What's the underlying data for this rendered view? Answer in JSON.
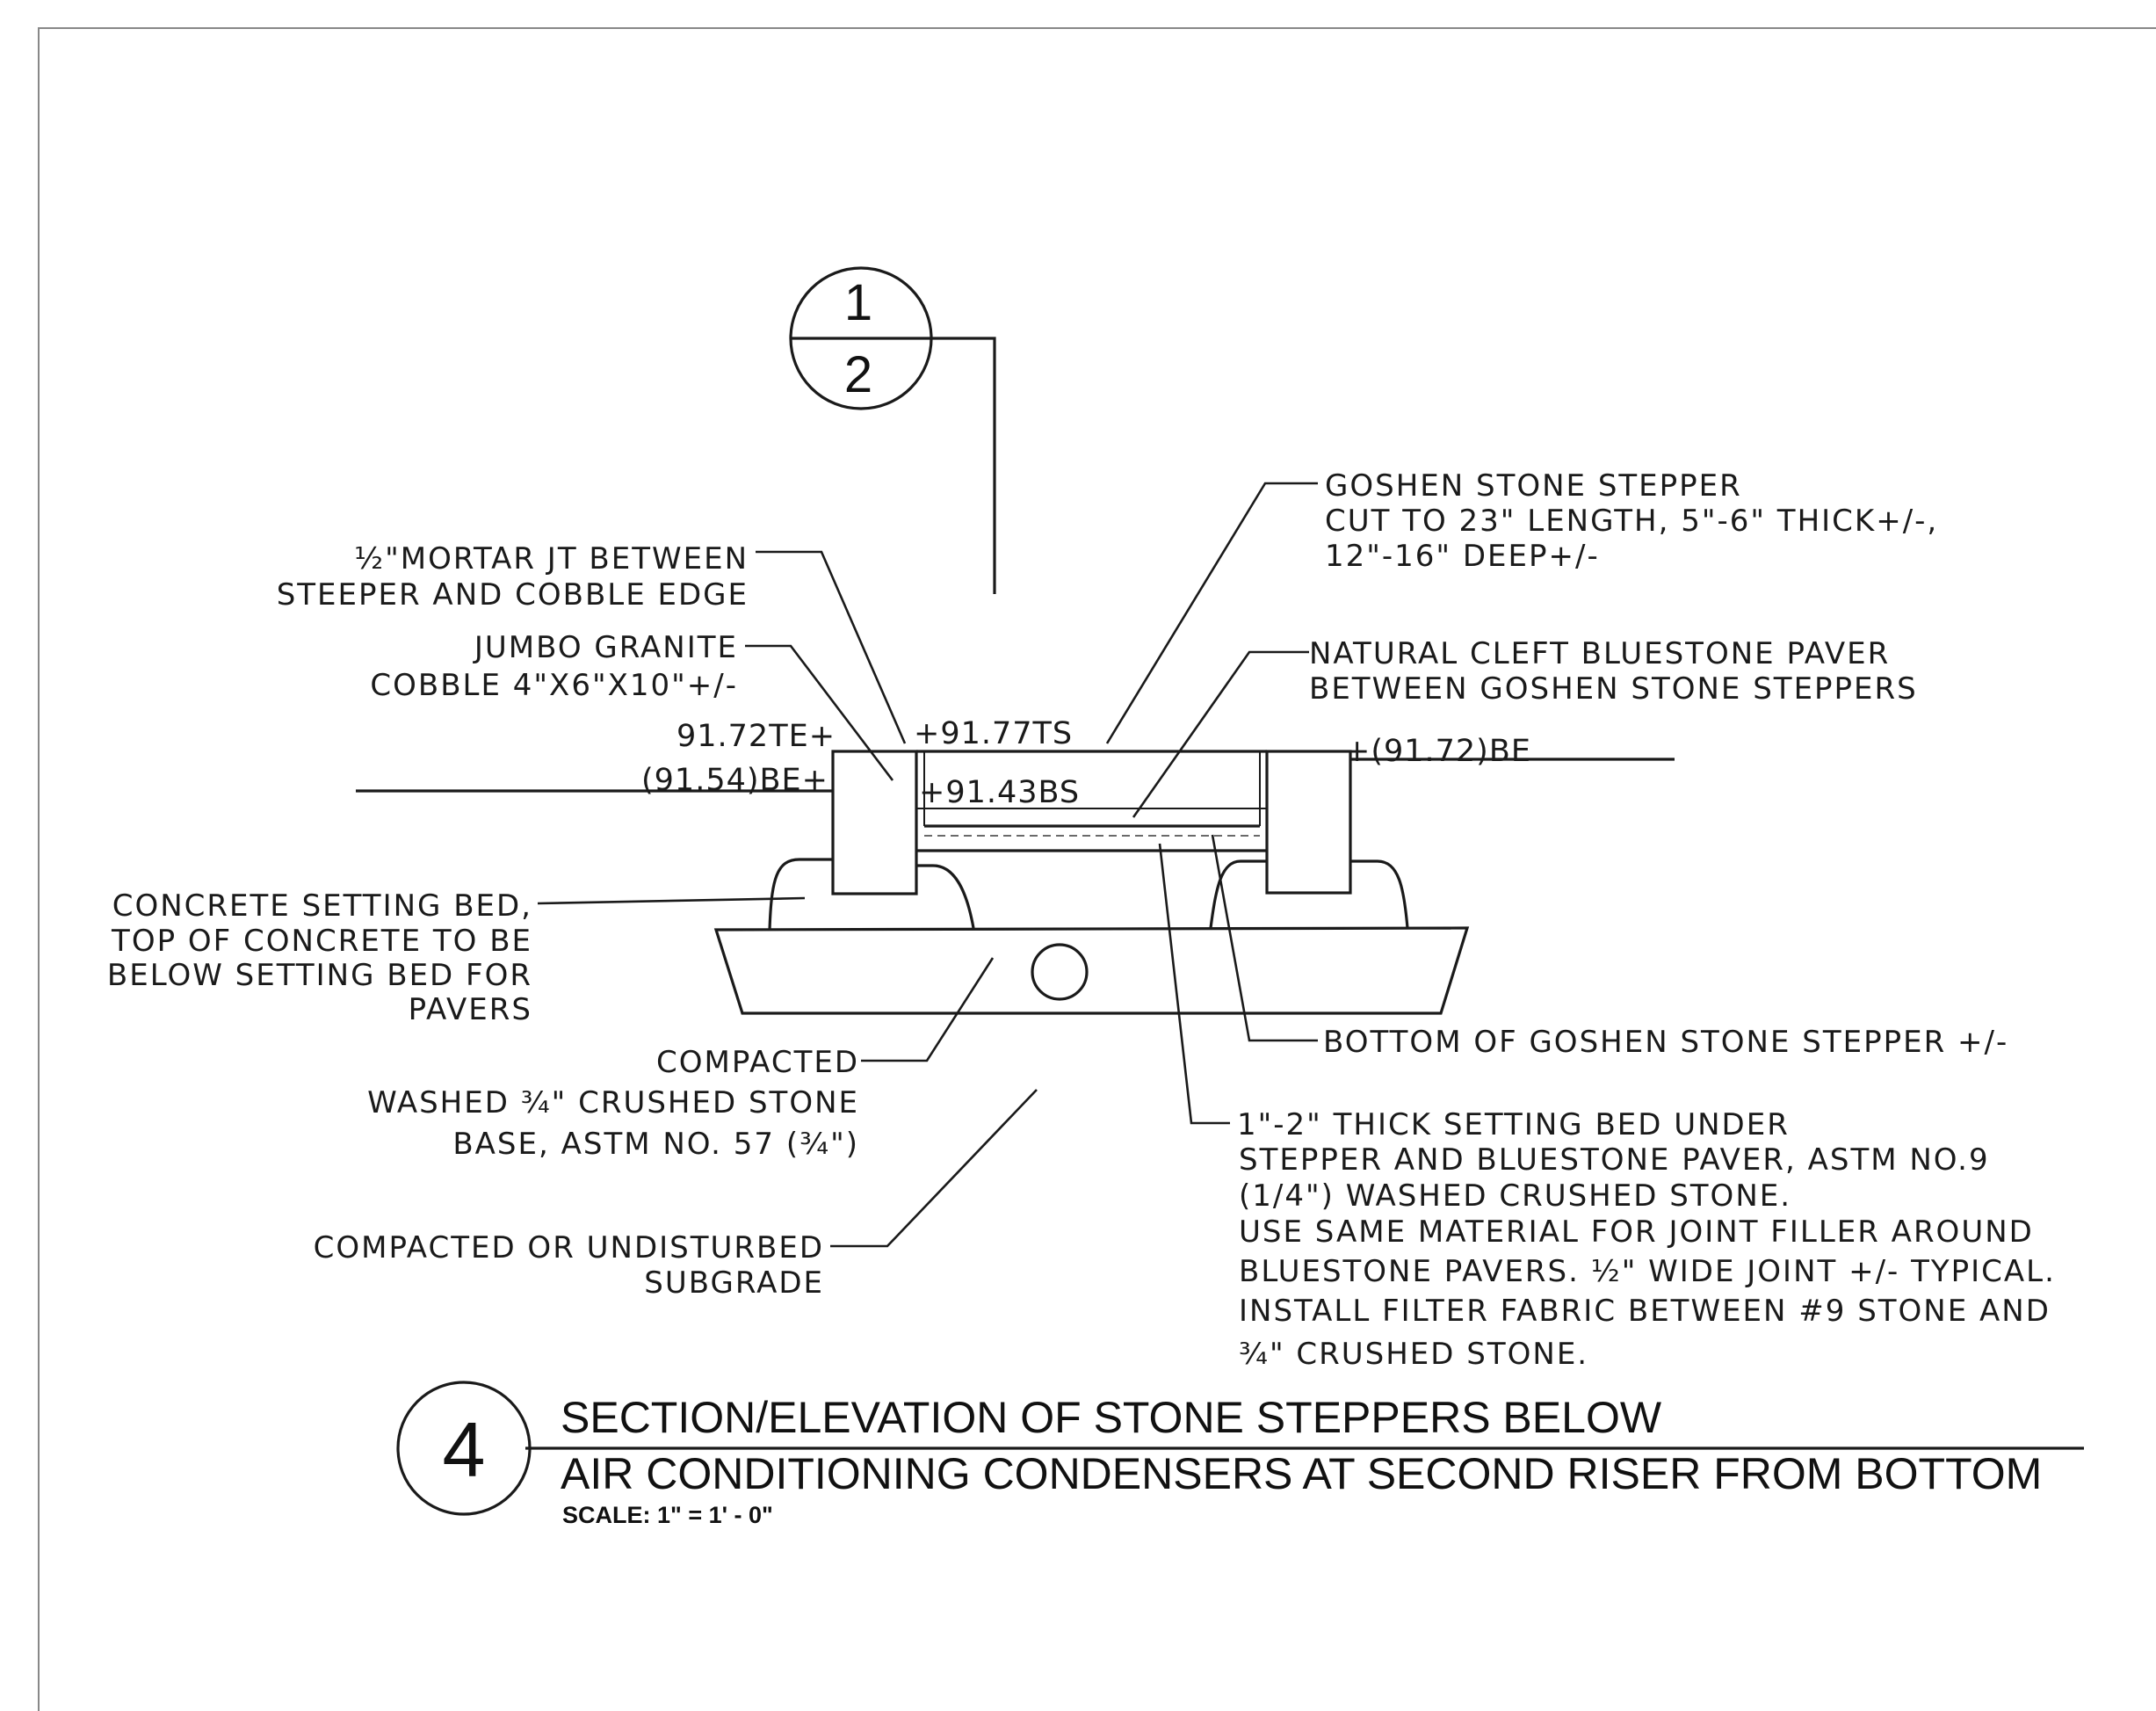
{
  "section_marker": {
    "top": "1",
    "bottom": "2"
  },
  "callouts": {
    "goshen_stepper": [
      "GOSHEN STONE STEPPER",
      "CUT TO 23\" LENGTH, 5\"-6\" THICK+/-,",
      "12\"-16\" DEEP+/-"
    ],
    "mortar_joint": [
      "½\"MORTAR JT BETWEEN",
      "STEEPER AND COBBLE EDGE"
    ],
    "granite_cobble": [
      "JUMBO GRANITE",
      "COBBLE 4\"X6\"X10\"+/-"
    ],
    "bluestone_paver": [
      "NATURAL CLEFT BLUESTONE PAVER",
      "BETWEEN GOSHEN STONE STEPPERS"
    ],
    "concrete_bed": [
      "CONCRETE SETTING BED,",
      "TOP OF CONCRETE TO BE",
      "BELOW SETTING BED FOR",
      "PAVERS"
    ],
    "stepper_bottom": [
      "BOTTOM OF GOSHEN STONE STEPPER +/-"
    ],
    "crushed_stone_base": [
      "COMPACTED",
      "WASHED ¾\" CRUSHED STONE",
      "BASE, ASTM NO. 57 (¾\")"
    ],
    "setting_bed": [
      "1\"-2\" THICK SETTING BED UNDER",
      "STEPPER AND BLUESTONE PAVER, ASTM NO.9",
      "(1/4\") WASHED CRUSHED STONE.",
      "USE SAME MATERIAL FOR JOINT FILLER AROUND",
      "BLUESTONE PAVERS. ½\" WIDE JOINT +/- TYPICAL.",
      "INSTALL FILTER FABRIC BETWEEN #9 STONE AND",
      "¾\" CRUSHED STONE."
    ],
    "subgrade": [
      "COMPACTED OR UNDISTURBED",
      "SUBGRADE"
    ]
  },
  "elevations": {
    "top_edge": "91.72TE+",
    "bottom_edge_left": "(91.54)BE+",
    "top_stepper": "+91.77TS",
    "bottom_stepper": "+91.43BS",
    "bottom_edge_right": "+(91.72)BE"
  },
  "title_block": {
    "detail_number": "4",
    "title_line_1": "SECTION/ELEVATION OF STONE STEPPERS BELOW",
    "title_line_2": "AIR CONDITIONING CONDENSERS AT SECOND RISER FROM BOTTOM",
    "scale": "SCALE: 1\" = 1' - 0\""
  }
}
